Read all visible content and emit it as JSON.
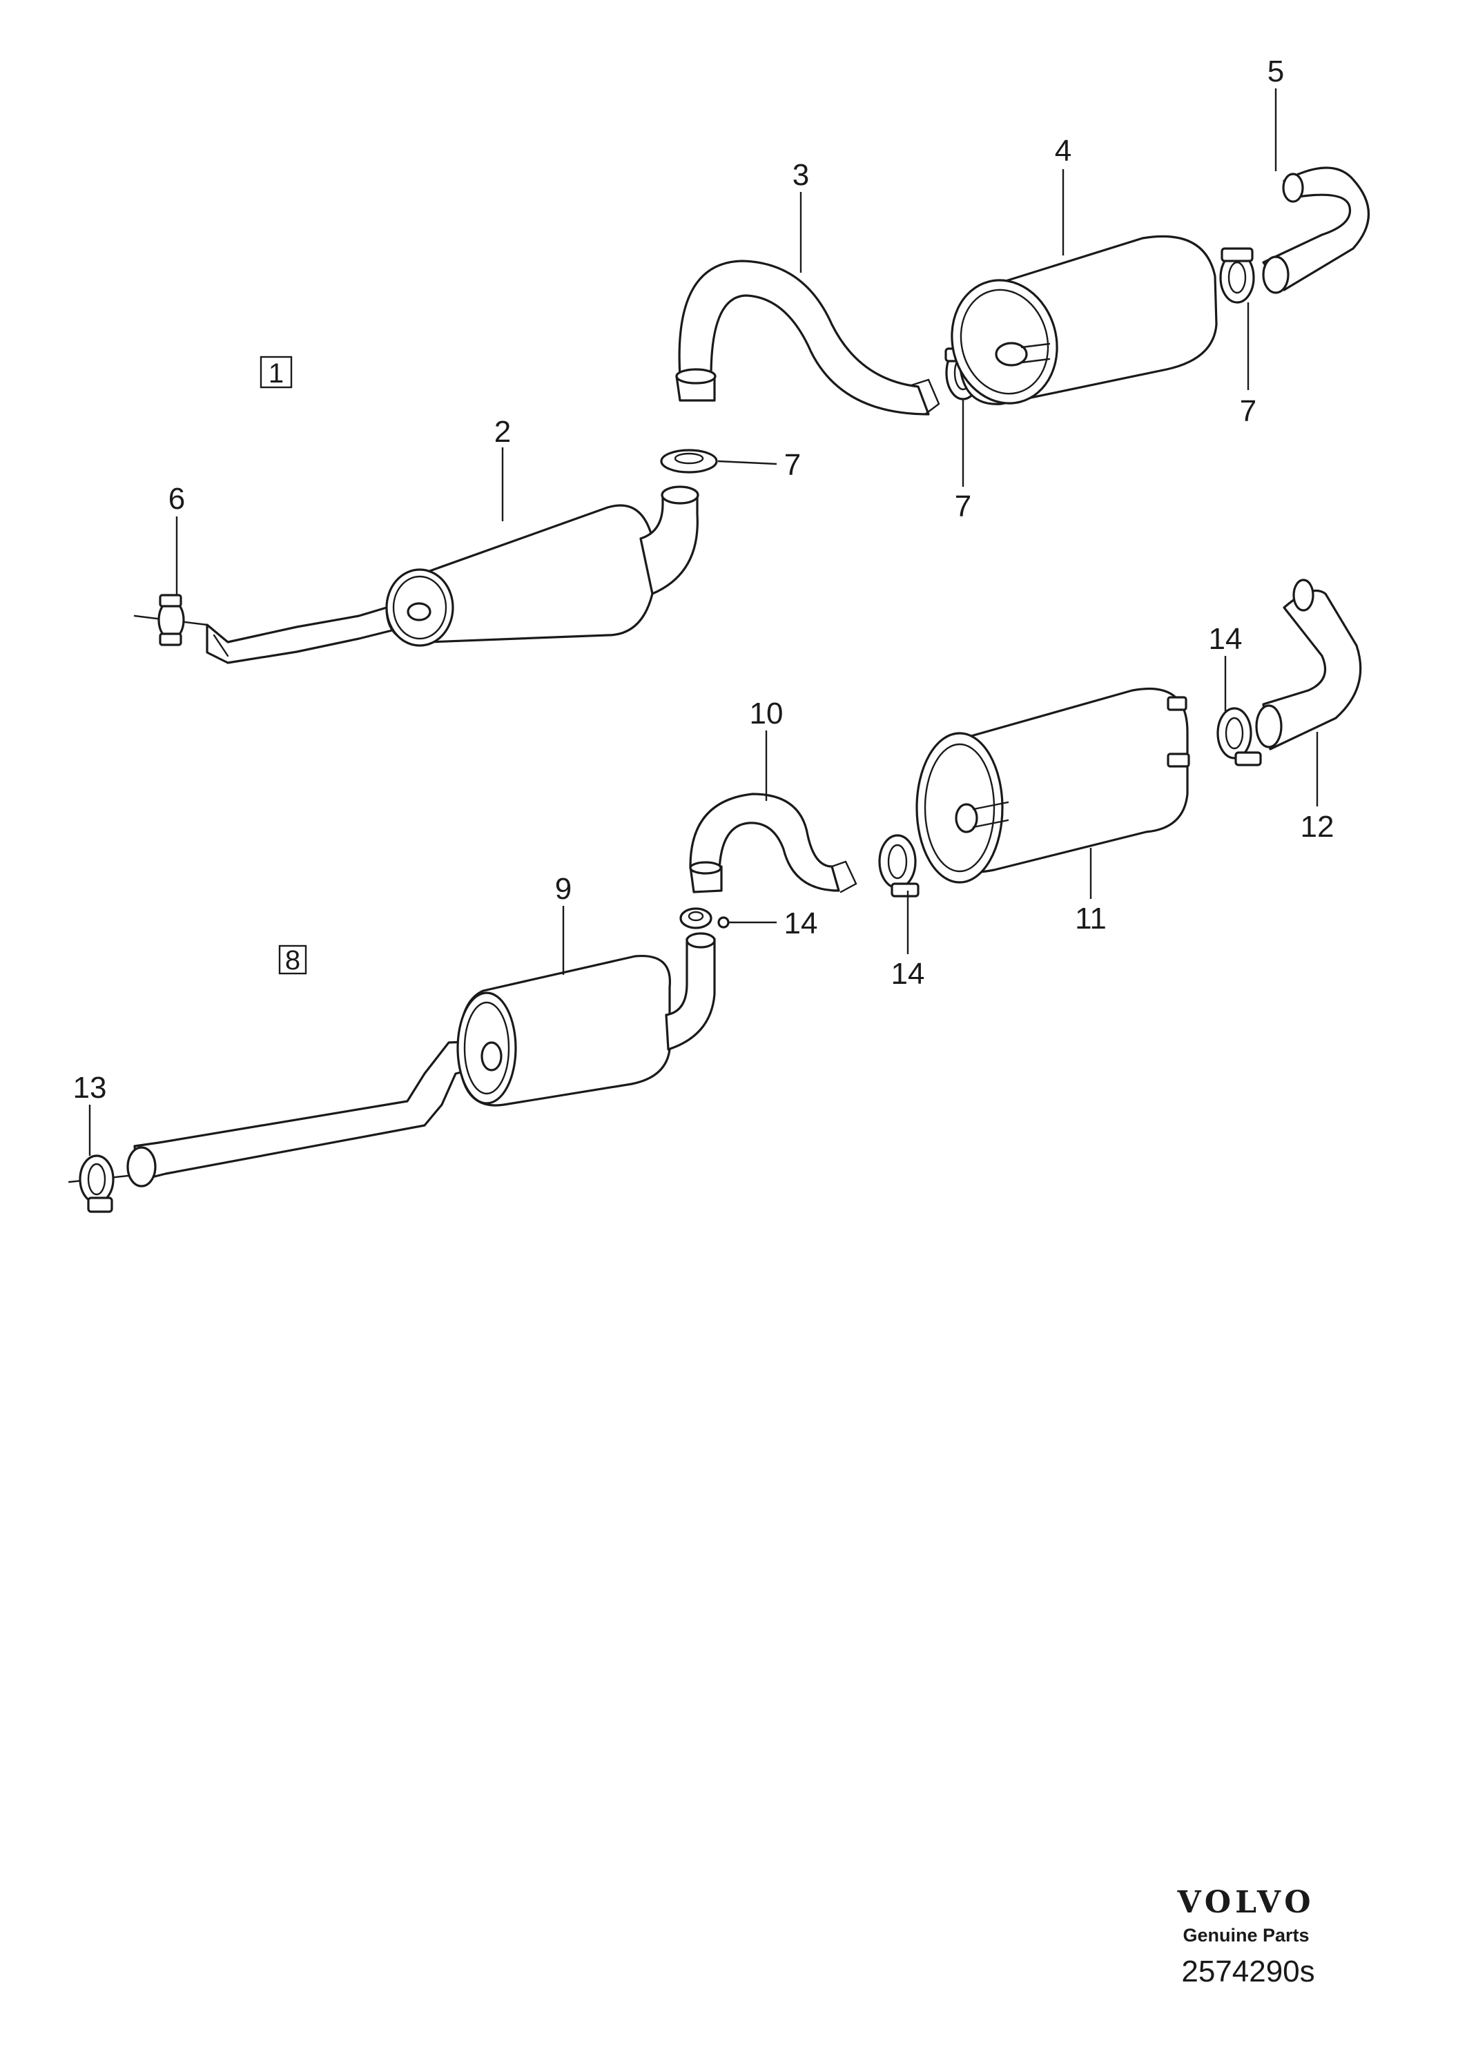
{
  "groups": [
    {
      "label": "1"
    },
    {
      "label": "8"
    }
  ],
  "callouts": {
    "c2": "2",
    "c3": "3",
    "c4": "4",
    "c5": "5",
    "c6": "6",
    "c7a": "7",
    "c7b": "7",
    "c7c": "7",
    "c9": "9",
    "c10": "10",
    "c11": "11",
    "c12": "12",
    "c13": "13",
    "c14a": "14",
    "c14b": "14",
    "c14c": "14"
  },
  "footer": {
    "brand": "VOLVO",
    "subtitle": "Genuine Parts",
    "code": "2574290s"
  }
}
